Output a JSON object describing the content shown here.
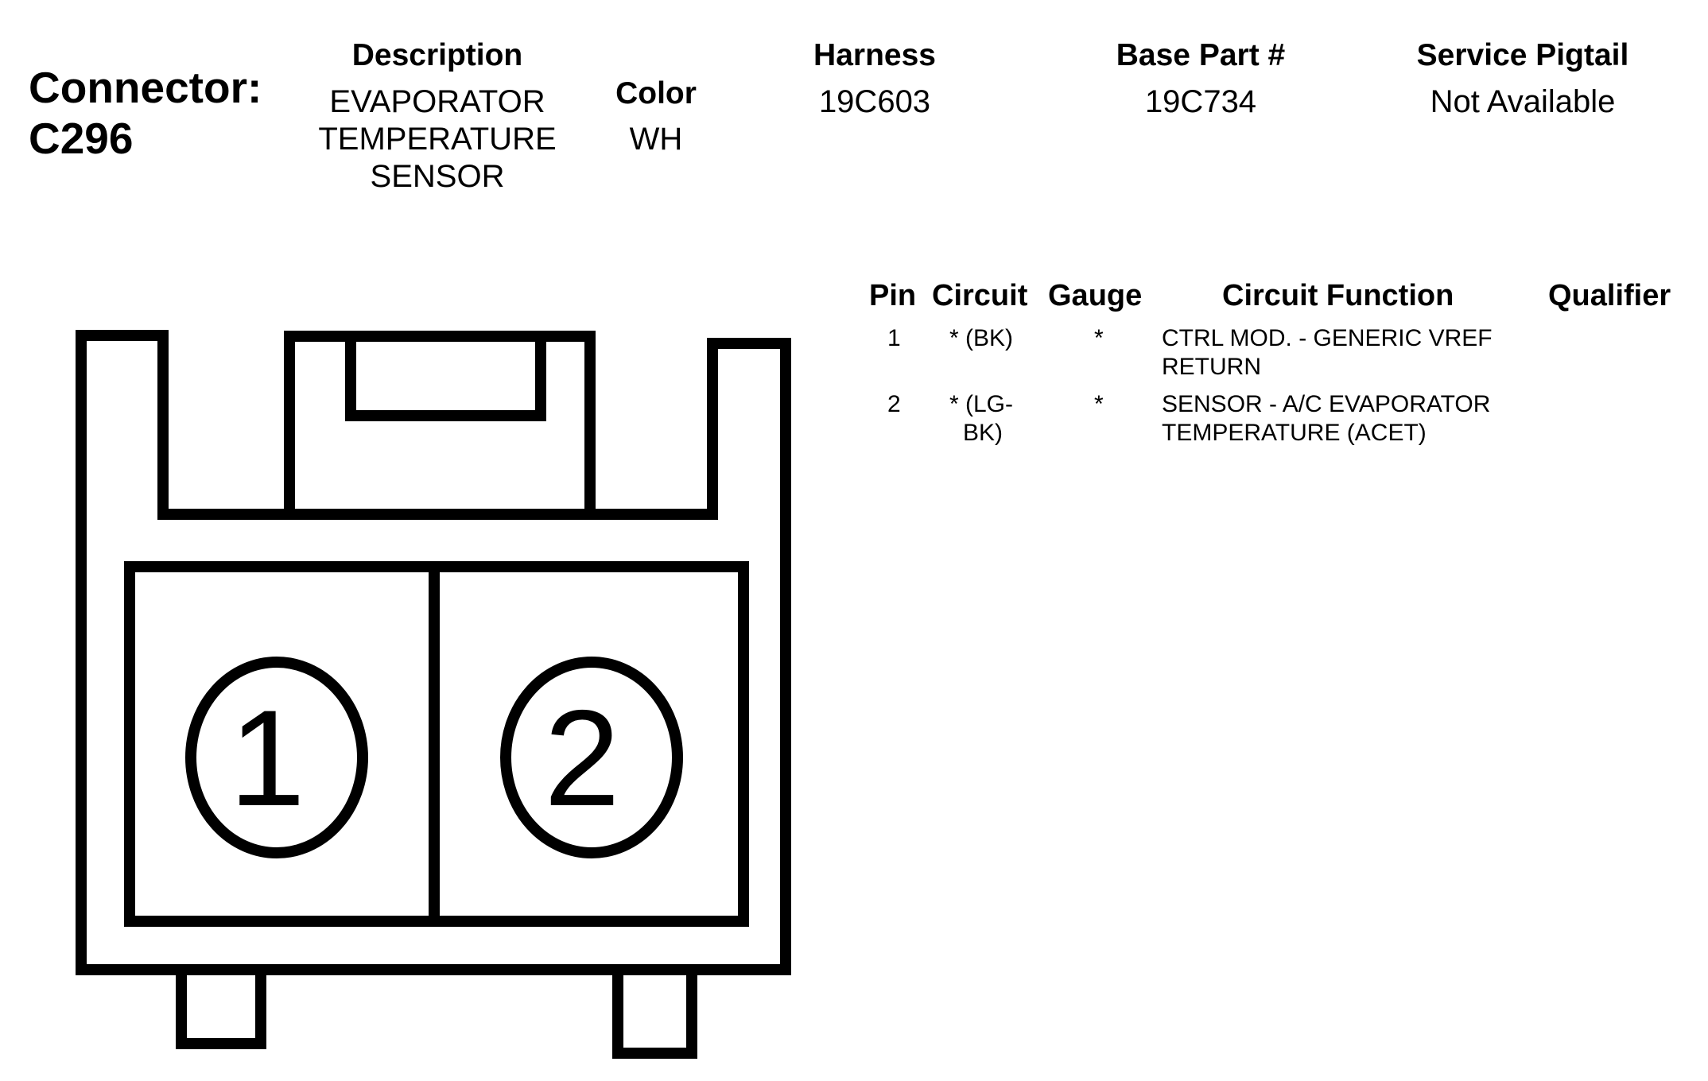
{
  "connector": {
    "label": "Connector:",
    "id": "C296"
  },
  "description": {
    "header": "Description",
    "lines": [
      "EVAPORATOR",
      "TEMPERATURE",
      "SENSOR"
    ]
  },
  "color": {
    "header": "Color",
    "value": "WH"
  },
  "harness": {
    "header": "Harness",
    "value": "19C603"
  },
  "base_part": {
    "header": "Base Part #",
    "value": "19C734"
  },
  "service_pigtail": {
    "header": "Service Pigtail",
    "value": "Not Available"
  },
  "pin_table": {
    "headers": {
      "pin": "Pin",
      "circuit": "Circuit",
      "gauge": "Gauge",
      "function": "Circuit Function",
      "qualifier": "Qualifier"
    },
    "rows": [
      {
        "pin": "1",
        "circuit": [
          "* (BK)"
        ],
        "gauge": "*",
        "function": [
          "CTRL MOD. - GENERIC VREF",
          "RETURN"
        ],
        "qualifier": ""
      },
      {
        "pin": "2",
        "circuit": [
          "* (LG-",
          "BK)"
        ],
        "gauge": "*",
        "function": [
          "SENSOR - A/C EVAPORATOR",
          "TEMPERATURE (ACET)"
        ],
        "qualifier": ""
      }
    ]
  },
  "diagram": {
    "pins": [
      "1",
      "2"
    ]
  }
}
